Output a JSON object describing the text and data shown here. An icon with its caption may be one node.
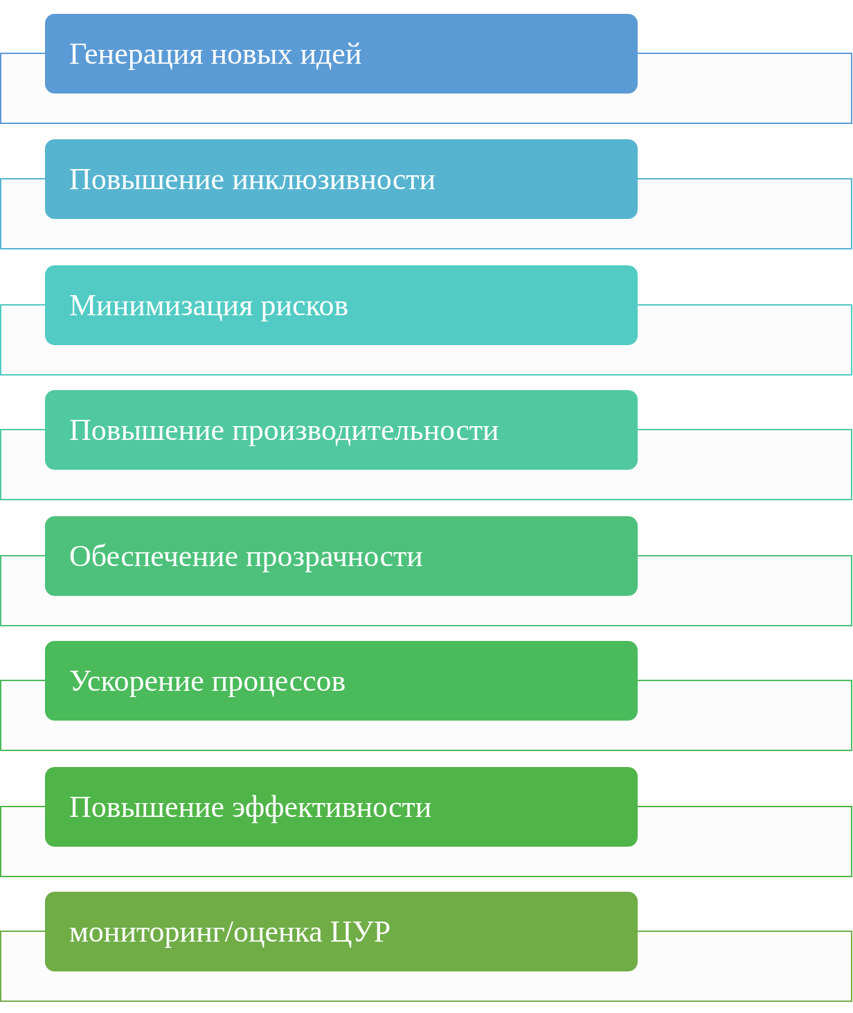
{
  "diagram": {
    "nodes": [
      {
        "text": [
          "Генерация новых идей"
        ]
      },
      {
        "text": [
          "Повышение инклюзивности"
        ]
      },
      {
        "text": [
          "Минимизация рисков"
        ]
      },
      {
        "text": [
          "Повышение производительности"
        ]
      },
      {
        "text": [
          "Обеспечение прозрачности"
        ]
      },
      {
        "text": [
          "Ускорение процессов"
        ]
      },
      {
        "text": [
          "Повышение эффективности"
        ]
      },
      {
        "text": [
          "мониторинг/оценка ЦУР"
        ]
      }
    ],
    "edges": []
  }
}
